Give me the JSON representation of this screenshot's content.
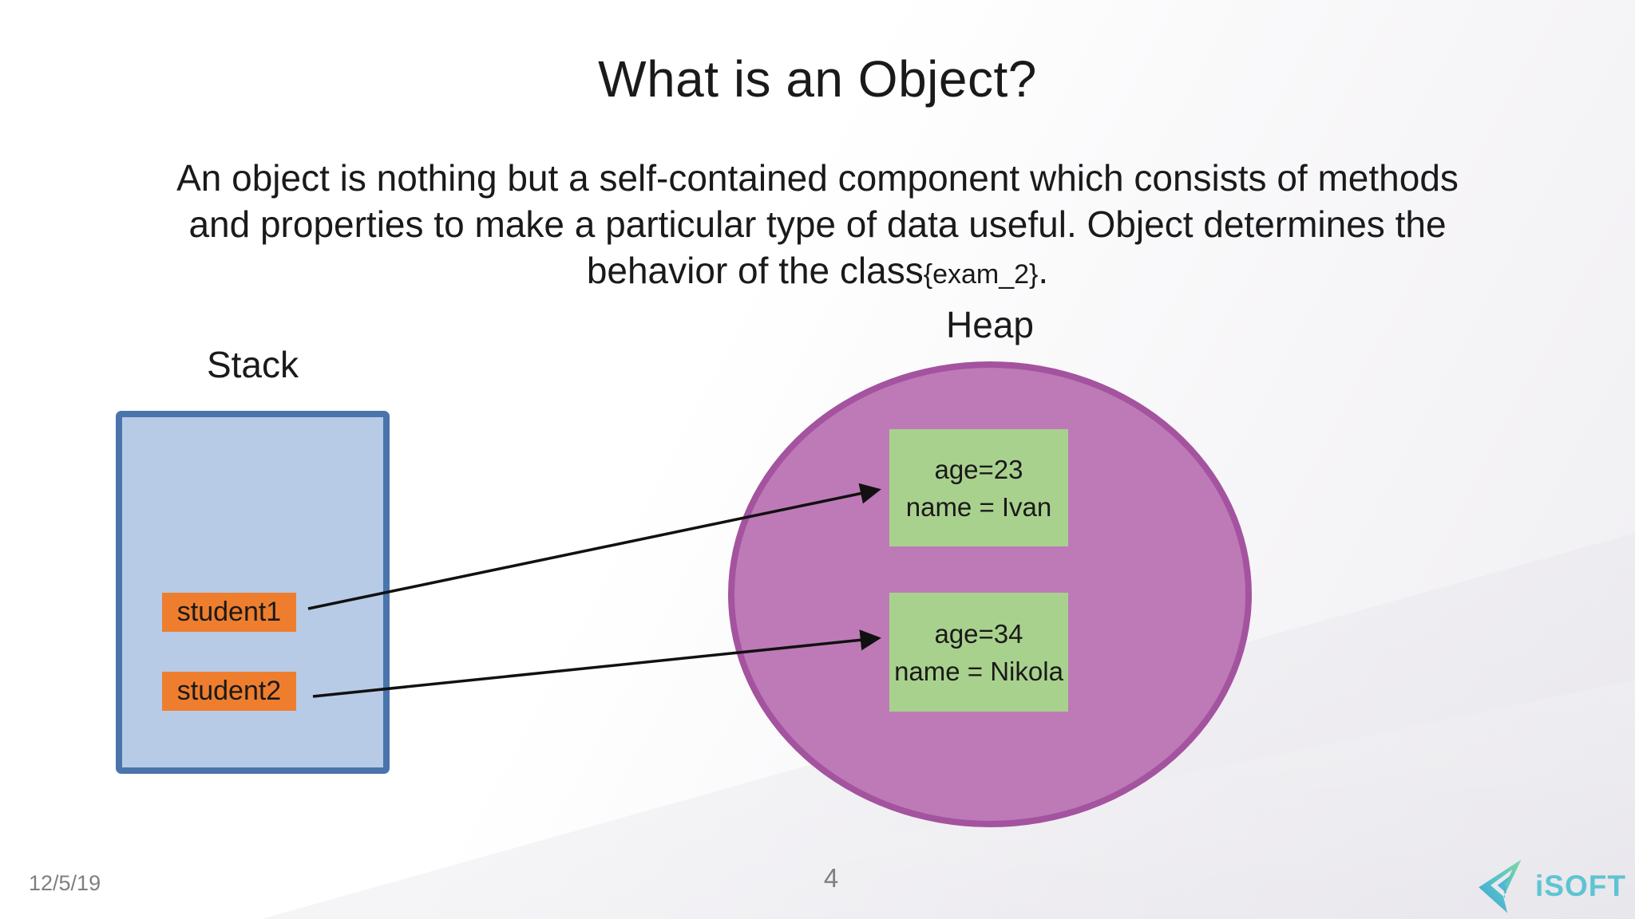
{
  "slide": {
    "title": "What is an Object?",
    "body": {
      "line1": "An object is nothing but a self-contained component which consists of methods",
      "line2": "and properties to make a particular type of data useful. Object determines the",
      "line3_main": "behavior of the class",
      "line3_small": "{exam_2}",
      "line3_end": "."
    }
  },
  "diagram": {
    "stack": {
      "label": "Stack",
      "items": [
        {
          "label": "student1"
        },
        {
          "label": "student2"
        }
      ]
    },
    "heap": {
      "label": "Heap",
      "objects": [
        {
          "line1": "age=23",
          "line2": "name = Ivan"
        },
        {
          "line1": "age=34",
          "line2": "name = Nikola"
        }
      ]
    }
  },
  "footer": {
    "date": "12/5/19",
    "page_number": "4",
    "logo_text": "iSOFT"
  },
  "colors": {
    "stack_fill": "#b7cbe6",
    "stack_border": "#4a74ac",
    "item_orange": "#ee7e2e",
    "heap_fill": "#bd7ab7",
    "heap_border": "#a4539f",
    "object_green": "#a9d18e",
    "arrow_black": "#111111",
    "footer_gray": "#7f7f7f",
    "logo_teal": "#5ec4d3"
  }
}
